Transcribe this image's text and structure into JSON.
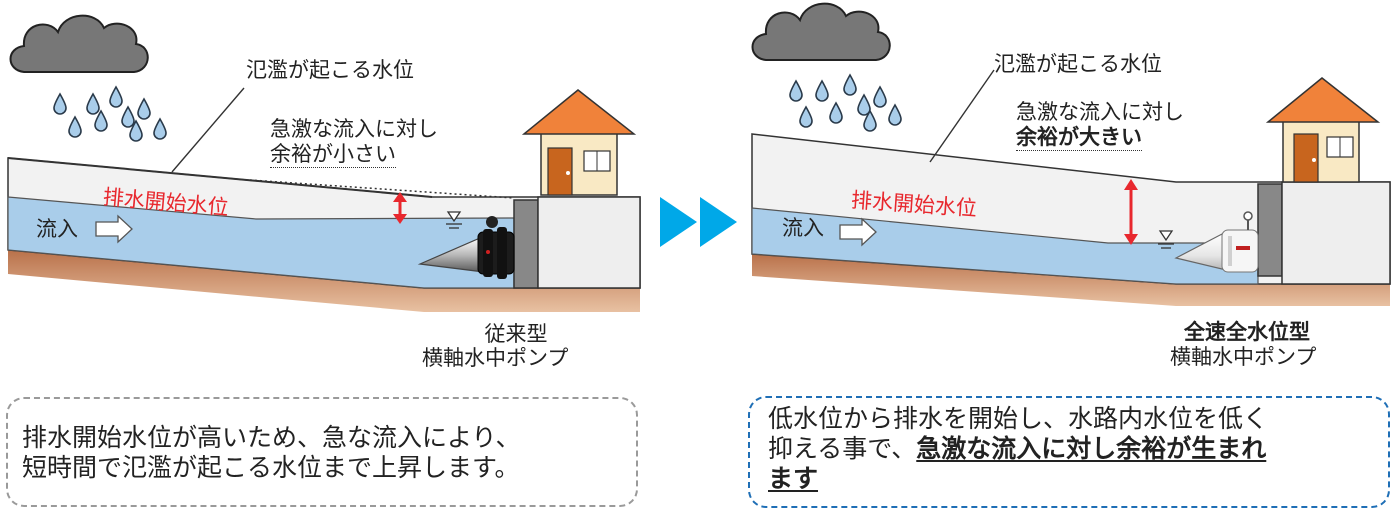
{
  "left": {
    "flood_level_label": "氾濫が起こる水位",
    "margin_line1": "急激な流入に対し",
    "margin_line2": "余裕が小さい",
    "start_level_label": "排水開始水位",
    "inflow_label": "流入",
    "pump_line1": "従来型",
    "pump_line2": "横軸水中ポンプ",
    "note_line1": "排水開始水位が高いため、急な流入により、",
    "note_line2": "短時間で氾濫が起こる水位まで上昇します。"
  },
  "right": {
    "flood_level_label": "氾濫が起こる水位",
    "margin_line1": "急激な流入に対し",
    "margin_line2": "余裕が大きい",
    "start_level_label": "排水開始水位",
    "inflow_label": "流入",
    "pump_line1": "全速全水位型",
    "pump_line2": "横軸水中ポンプ",
    "note_line1": "低水位から排水を開始し、水路内水位を低く",
    "note_line2_plain": "抑える事で、",
    "note_line2_emph": "急激な流入に対し余裕が生まれ",
    "note_line3_emph": "ます"
  },
  "colors": {
    "water": "#a9cdea",
    "ground": "#c9906a",
    "arrow": "#00a8e8",
    "red": "#e8282e",
    "roof": "#f0823a",
    "house": "#f9e9c4",
    "door": "#c8651e",
    "box_border_left": "#9a9a9a",
    "box_border_right": "#1f6fb6"
  },
  "icons": [
    "rain-cloud-icon",
    "house-icon",
    "water-level-mark-icon",
    "double-arrow-icon",
    "pump-icon"
  ]
}
